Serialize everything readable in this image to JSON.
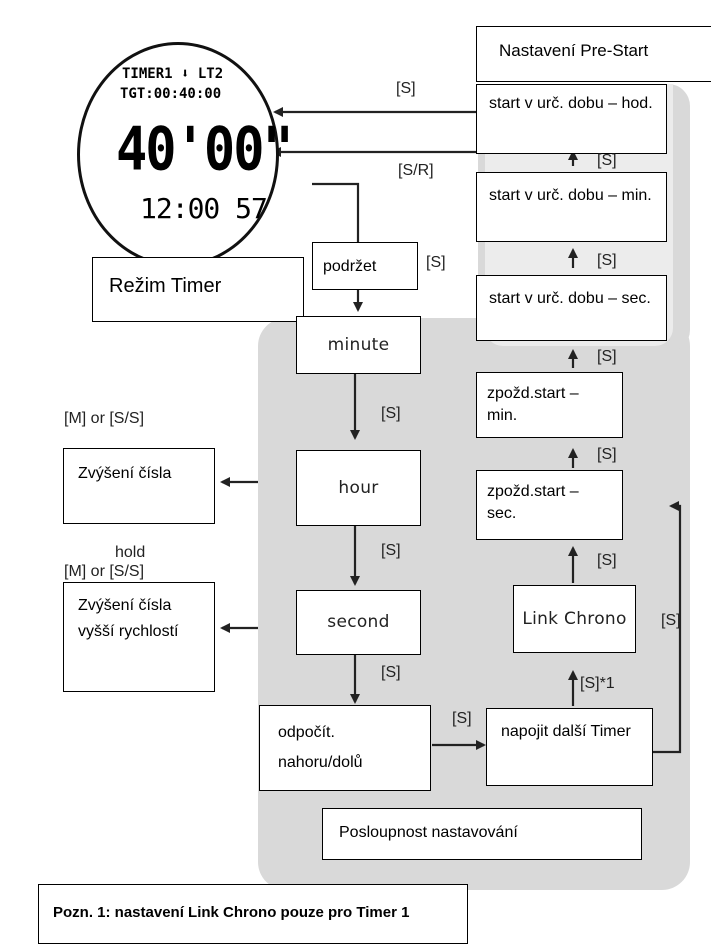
{
  "panel_bg": "#d9d9d9",
  "panel_inner_bg": "#ececec",
  "watch": {
    "line1": "TIMER1 ⬇ LT2",
    "line2": "TGT:00:40:00",
    "big": "40'00\"",
    "time": "12:00 57"
  },
  "labels": {
    "pre_start_title": "Nastavení Pre-Start",
    "timer_mode": "Režim Timer",
    "hold_box": "podržet",
    "setting_sequence": "Posloupnost nastavování",
    "note": "Pozn. 1: nastavení Link Chrono pouze pro Timer 1"
  },
  "right_column": [
    {
      "id": "start-hour",
      "text": "start v urč. dobu – hod."
    },
    {
      "id": "start-min",
      "text": "start v urč. dobu – min."
    },
    {
      "id": "start-sec",
      "text": "start v urč. dobu – sec."
    },
    {
      "id": "delay-min",
      "text": "zpožd.start – min."
    },
    {
      "id": "delay-sec",
      "text": "zpožd.start – sec."
    }
  ],
  "link_chrono": "Link Chrono",
  "link_timer": "napojit další Timer",
  "center_steps": {
    "minute": "minute",
    "hour": "hour",
    "second": "second",
    "count": "odpočít. nahoru/dolů"
  },
  "left_boxes": {
    "increase": "Zvýšení čísla",
    "increase_fast": "Zvýšení čísla vyšší rychlostí"
  },
  "key_labels": {
    "s": "[S]",
    "sr": "[S/R]",
    "s_note": "[S]*1",
    "m_or_ss": "[M] or [S/S]",
    "hold": "hold"
  }
}
